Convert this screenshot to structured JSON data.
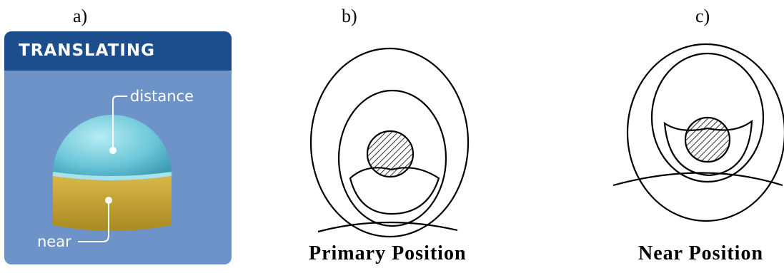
{
  "panels": {
    "a": {
      "label": "a)",
      "title": "TRANSLATING",
      "distance_label": "distance",
      "near_label": "near",
      "colors": {
        "background": "#6d93c8",
        "header": "#1c4e8d",
        "distance_zone": "#6cc7d8",
        "near_zone": "#c8a637"
      }
    },
    "b": {
      "label": "b)",
      "caption": "Primary Position"
    },
    "c": {
      "label": "c)",
      "caption": "Near Position"
    }
  }
}
